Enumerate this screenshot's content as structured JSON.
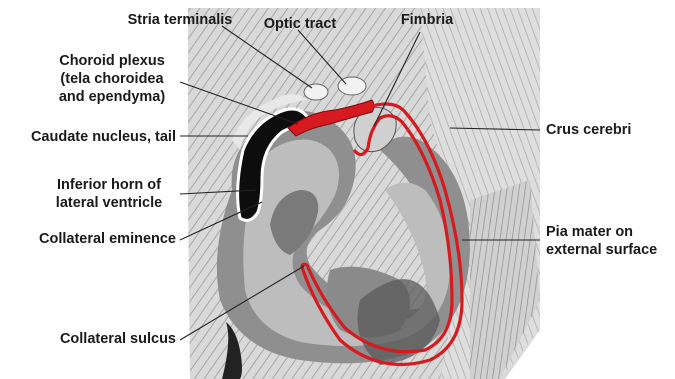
{
  "labels": {
    "stria_terminalis": "Stria terminalis",
    "optic_tract": "Optic tract",
    "fimbria": "Fimbria",
    "choroid_plexus": [
      "Choroid plexus",
      "(tela choroidea",
      "and ependyma)"
    ],
    "caudate_nucleus_tail": "Caudate nucleus, tail",
    "crus_cerebri": "Crus cerebri",
    "inferior_horn": [
      "Inferior horn of",
      "lateral ventricle"
    ],
    "collateral_eminence": "Collateral eminence",
    "pia_mater": [
      "Pia mater on",
      "external surface"
    ],
    "collateral_sulcus": "Collateral sulcus"
  },
  "colors": {
    "pia_mater_red": "#d71920",
    "ventricle_black": "#0d0d0d",
    "grey_matter": "#8c8c8c",
    "white_matter": "#d4d4d4",
    "leader_line": "#222222"
  }
}
